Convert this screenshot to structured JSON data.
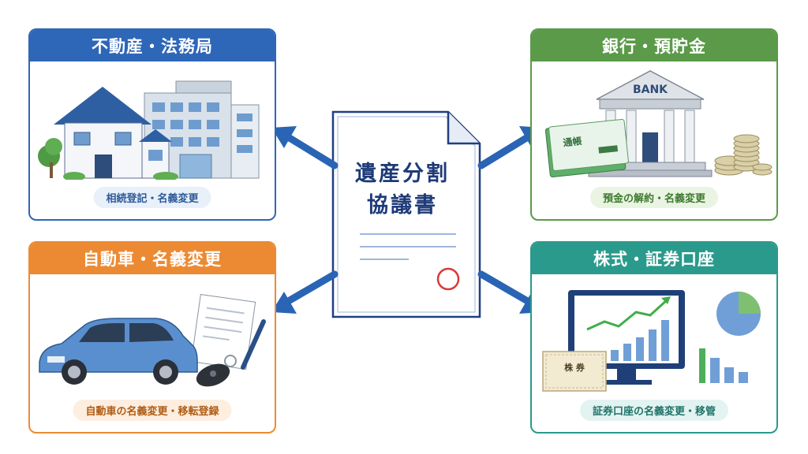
{
  "center": {
    "title_line1": "遺産分割",
    "title_line2": "協議書"
  },
  "cards": {
    "real_estate": {
      "title": "不動産・法務局",
      "caption": "相続登記・名義変更"
    },
    "bank": {
      "title": "銀行・預貯金",
      "caption": "預金の解約・名義変更",
      "bank_sign": "BANK",
      "passbook_label": "通帳"
    },
    "car": {
      "title": "自動車・名義変更",
      "caption": "自動車の名義変更・移転登録"
    },
    "stocks": {
      "title": "株式・証券口座",
      "caption": "証券口座の名義変更・移管",
      "certificate_label": "株 券"
    }
  },
  "colors": {
    "blue": "#2e66b8",
    "green": "#5a9a48",
    "orange": "#ec8a33",
    "teal": "#2a9a8c",
    "arrow": "#2a64b4"
  },
  "icons": [
    "house-icon",
    "building-icon",
    "bank-icon",
    "passbook-icon",
    "coins-icon",
    "car-icon",
    "document-icon",
    "pen-icon",
    "car-key-icon",
    "monitor-chart-icon",
    "stock-certificate-icon",
    "pie-chart-icon",
    "bar-chart-icon",
    "seal-stamp-icon"
  ]
}
